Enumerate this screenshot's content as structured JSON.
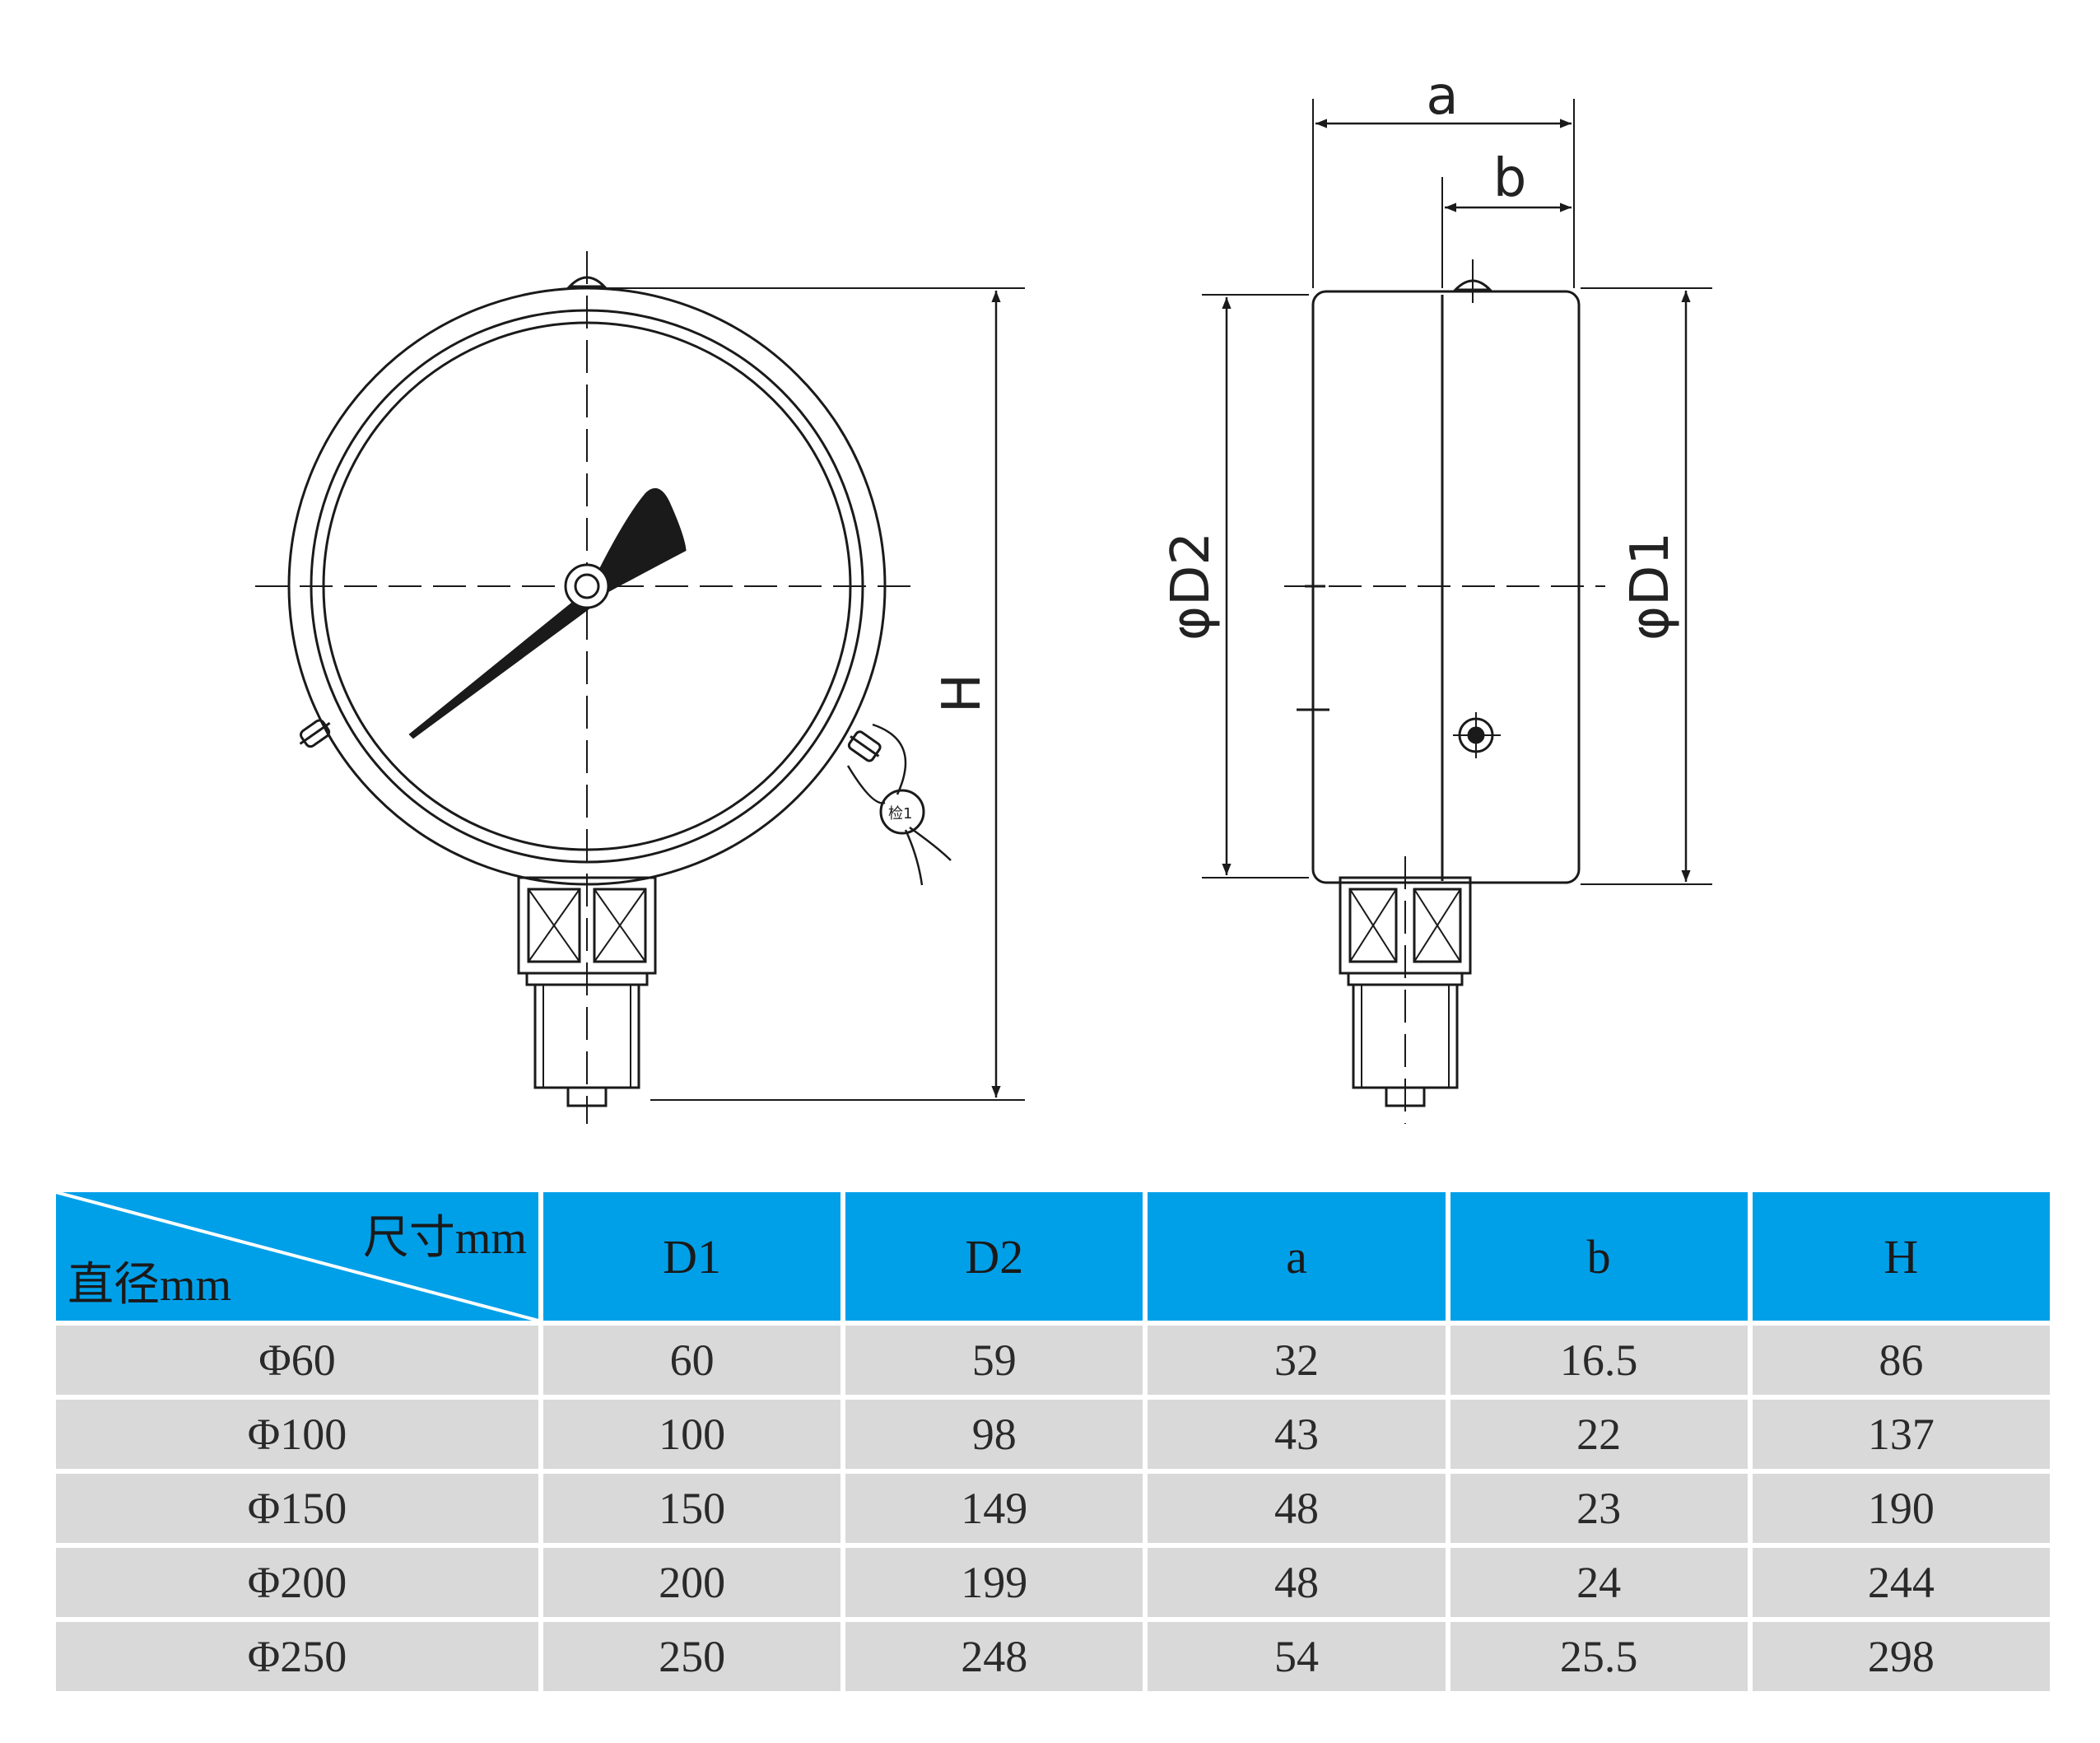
{
  "drawing": {
    "front_view": {
      "dimension_label": "H",
      "tag_label": "检1"
    },
    "side_view": {
      "label_a": "a",
      "label_b": "b",
      "label_d2": "φD2",
      "label_d1": "φD1"
    },
    "line_color": "#1a1a1a"
  },
  "table": {
    "header_color": "#00a0e9",
    "row_color": "#d9d9d9",
    "corner_top": "尺寸mm",
    "corner_bottom": "直径mm",
    "columns": [
      "D1",
      "D2",
      "a",
      "b",
      "H"
    ],
    "rows": [
      {
        "label": "Φ60",
        "values": [
          "60",
          "59",
          "32",
          "16.5",
          "86"
        ]
      },
      {
        "label": "Φ100",
        "values": [
          "100",
          "98",
          "43",
          "22",
          "137"
        ]
      },
      {
        "label": "Φ150",
        "values": [
          "150",
          "149",
          "48",
          "23",
          "190"
        ]
      },
      {
        "label": "Φ200",
        "values": [
          "200",
          "199",
          "48",
          "24",
          "244"
        ]
      },
      {
        "label": "Φ250",
        "values": [
          "250",
          "248",
          "54",
          "25.5",
          "298"
        ]
      }
    ]
  }
}
